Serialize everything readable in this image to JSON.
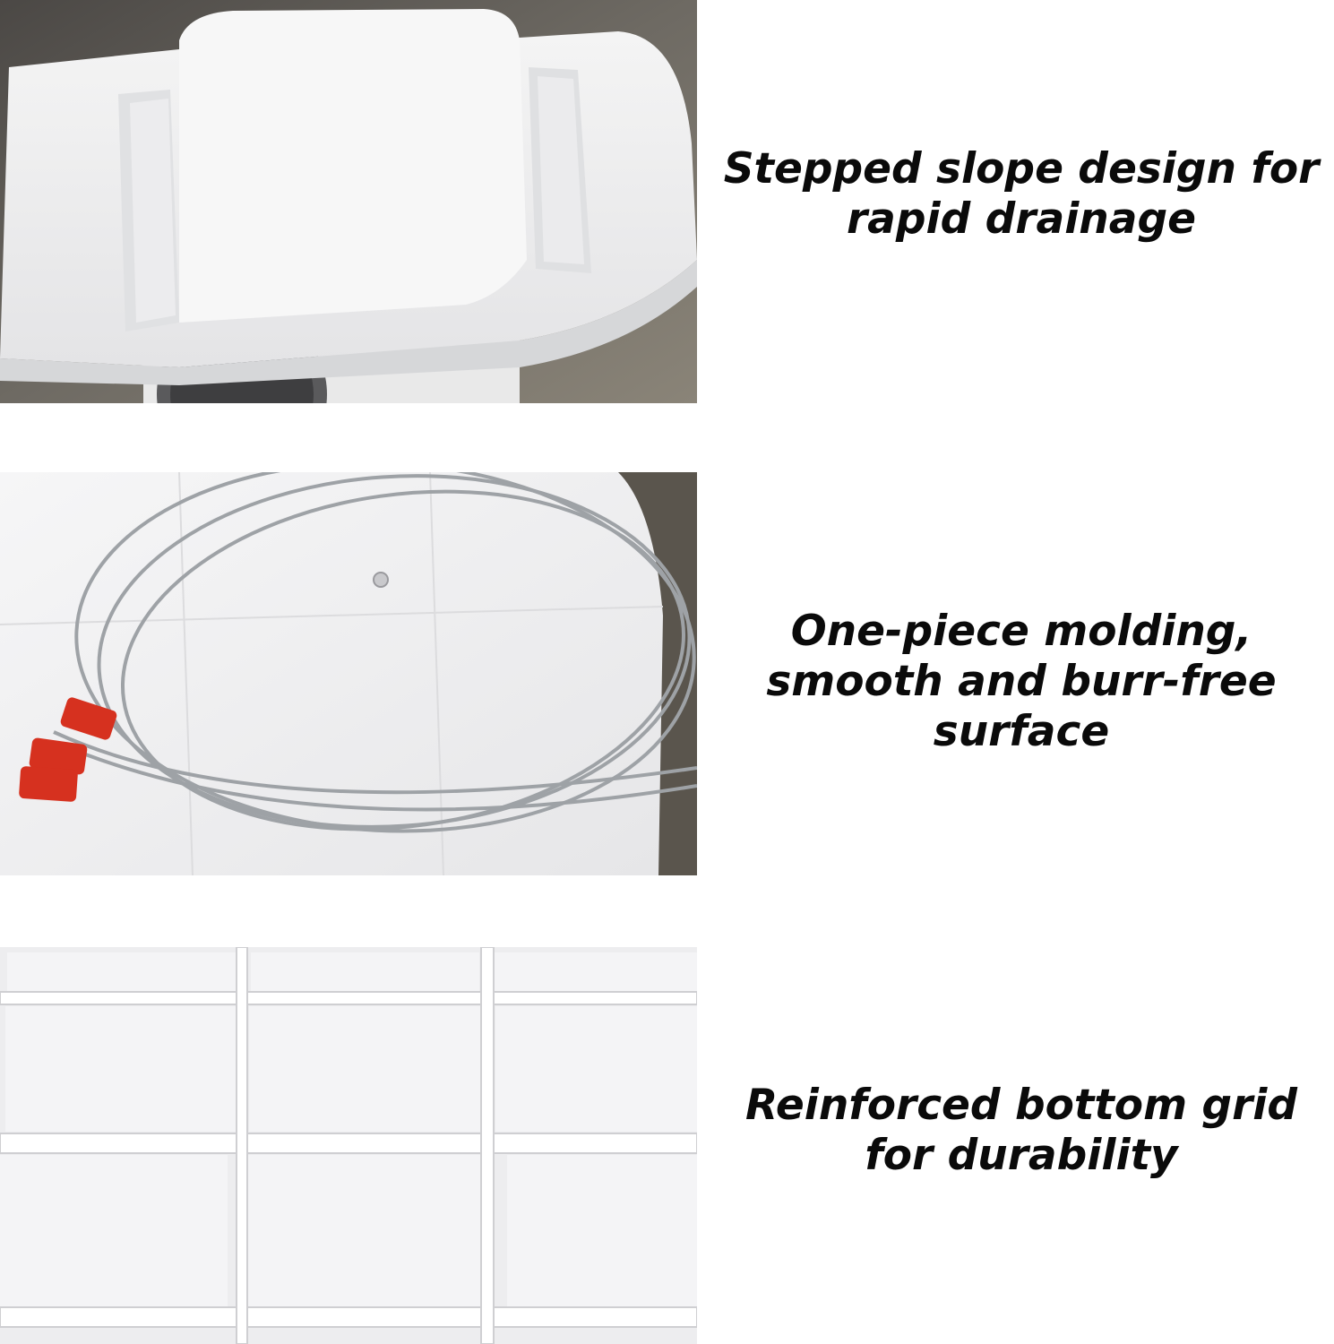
{
  "features": [
    {
      "lines": [
        "Stepped slope design for",
        "rapid drainage"
      ]
    },
    {
      "lines": [
        "One-piece molding,",
        "smooth and burr-free",
        "surface"
      ]
    },
    {
      "lines": [
        "Reinforced bottom grid",
        "for durability"
      ]
    }
  ]
}
